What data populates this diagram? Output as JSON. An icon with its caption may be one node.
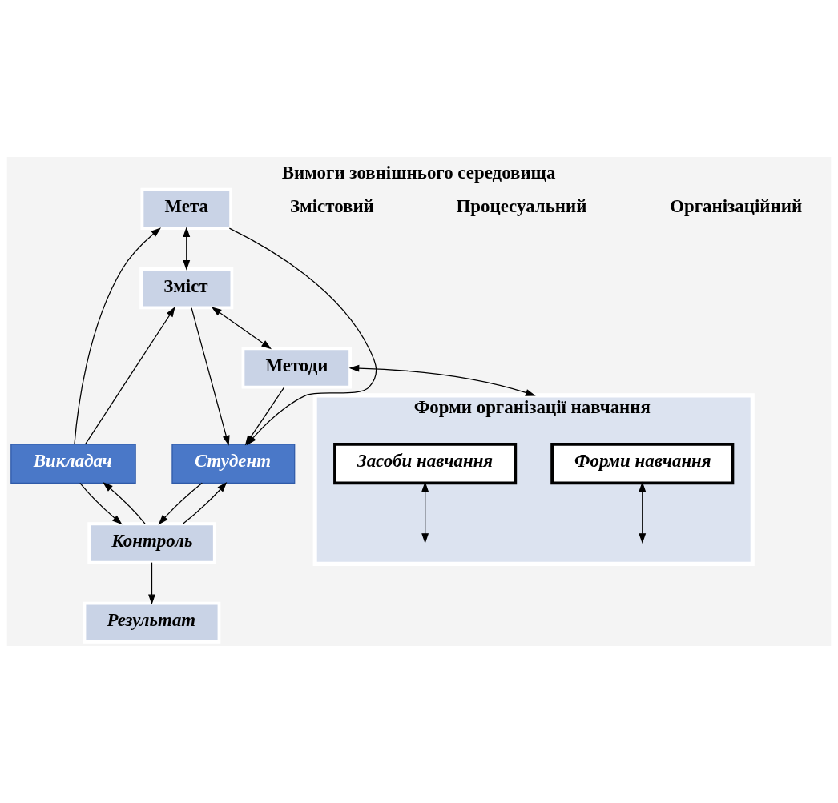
{
  "diagram": {
    "title": "Вимоги зовнішнього середовища",
    "nodes": [
      {
        "text": [
          "Мета"
        ]
      },
      {
        "text": [
          "Зміст"
        ]
      },
      {
        "text": [
          "Методи"
        ]
      },
      {
        "text": [
          "Форми організації навчання"
        ]
      },
      {
        "text": [
          "Форми навчання"
        ],
        "in": 3
      },
      {
        "text": [
          "Засоби навчання"
        ],
        "in": 3
      },
      {
        "text": [
          "Викладач"
        ]
      },
      {
        "text": [
          "Студент"
        ]
      },
      {
        "text": [
          "Контроль"
        ]
      },
      {
        "text": [
          "Результат"
        ]
      }
    ],
    "edges": [
      {
        "from": 6,
        "to": 0,
        "arrow": "to"
      },
      {
        "from": 6,
        "to": 1,
        "arrow": "to"
      },
      {
        "from": 0,
        "to": 1,
        "arrow": "both"
      },
      {
        "from": 1,
        "to": 2,
        "arrow": "both"
      },
      {
        "from": 2,
        "to": 3,
        "arrow": "both"
      },
      {
        "from": 0,
        "to": 7,
        "arrow": "to"
      },
      {
        "from": 1,
        "to": 7,
        "arrow": "to"
      },
      {
        "from": 2,
        "to": 7,
        "arrow": "to"
      },
      {
        "from": 4,
        "to": null,
        "arrow": "both"
      },
      {
        "from": 5,
        "to": null,
        "arrow": "both"
      },
      {
        "from": 6,
        "to": 8,
        "arrow": "to"
      },
      {
        "from": 8,
        "to": 6,
        "arrow": "to"
      },
      {
        "from": 8,
        "to": 7,
        "arrow": "to"
      },
      {
        "from": 7,
        "to": 8,
        "arrow": "to"
      },
      {
        "from": 8,
        "to": 9,
        "arrow": "to"
      }
    ],
    "labels": [
      "Змістовий",
      "Процесуальний",
      "Організаційний"
    ]
  }
}
